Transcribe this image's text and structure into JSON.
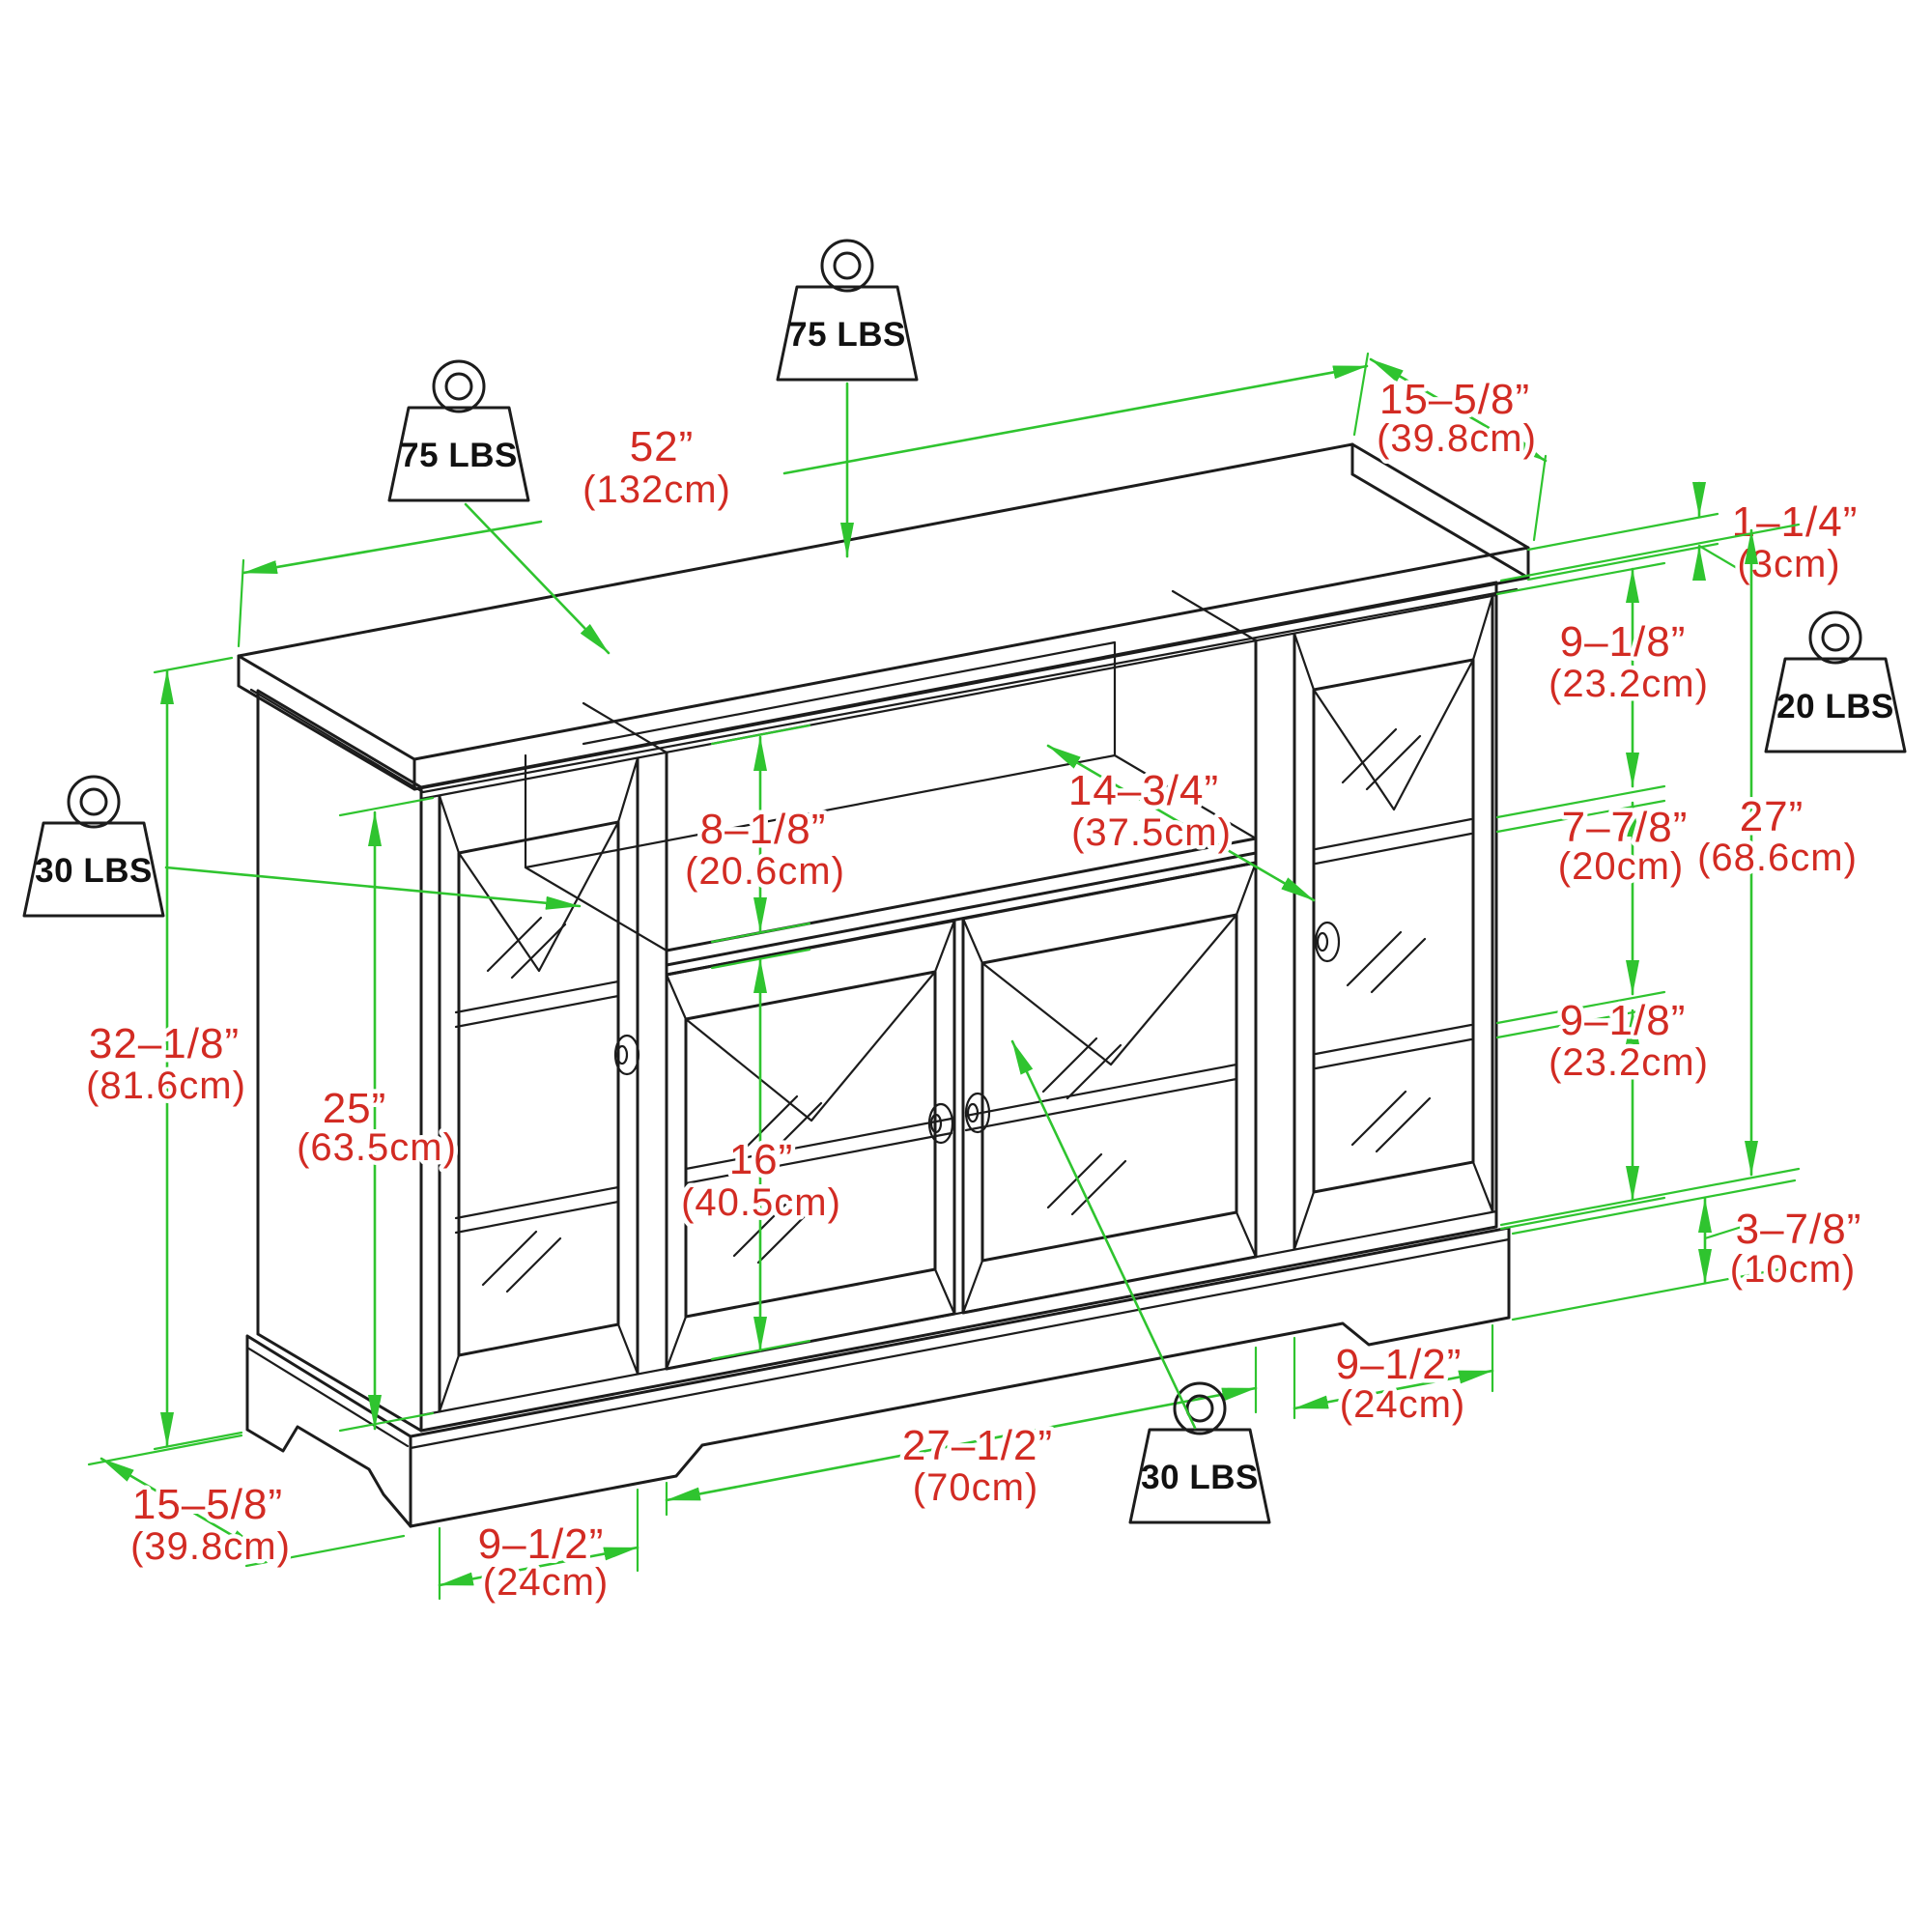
{
  "drawing": {
    "type": "isometric-furniture-dimension-diagram",
    "subject": "TV stand / media console with glass doors, open shelf and base plinth",
    "units": [
      "inches",
      "centimeters"
    ],
    "colors": {
      "outline": "#1c1c1c",
      "dimension_lines": "#2fc42f",
      "dimension_text": "#d22b23",
      "background": "#ffffff"
    },
    "weight_ratings": {
      "top_left": "75 LBS",
      "top_right": "75 LBS",
      "left_cabinet": "30 LBS",
      "right_cabinet": "20 LBS",
      "center_cabinet": "30 LBS"
    },
    "dimensions": {
      "top_width": {
        "in": "52”",
        "cm": "(132cm)"
      },
      "top_depth": {
        "in": "15–5/8”",
        "cm": "(39.8cm)"
      },
      "top_thickness": {
        "in": "1–1/4”",
        "cm": "(3cm)"
      },
      "right_upper_shelf": {
        "in": "9–1/8”",
        "cm": "(23.2cm)"
      },
      "right_middle_shelf": {
        "in": "7–7/8”",
        "cm": "(20cm)"
      },
      "cabinet_body_height": {
        "in": "27”",
        "cm": "(68.6cm)"
      },
      "right_lower_shelf": {
        "in": "9–1/8”",
        "cm": "(23.2cm)"
      },
      "base_height": {
        "in": "3–7/8”",
        "cm": "(10cm)"
      },
      "overall_height": {
        "in": "32–1/8”",
        "cm": "(81.6cm)"
      },
      "left_door_height": {
        "in": "25”",
        "cm": "(63.5cm)"
      },
      "open_shelf_height": {
        "in": "8–1/8”",
        "cm": "(20.6cm)"
      },
      "open_shelf_depth": {
        "in": "14–3/4”",
        "cm": "(37.5cm)"
      },
      "center_door_height": {
        "in": "16”",
        "cm": "(40.5cm)"
      },
      "center_section_width": {
        "in": "27–1/2”",
        "cm": "(70cm)"
      },
      "right_door_width": {
        "in": "9–1/2”",
        "cm": "(24cm)"
      },
      "left_door_width": {
        "in": "9–1/2”",
        "cm": "(24cm)"
      },
      "base_depth": {
        "in": "15–5/8”",
        "cm": "(39.8cm)"
      }
    }
  }
}
